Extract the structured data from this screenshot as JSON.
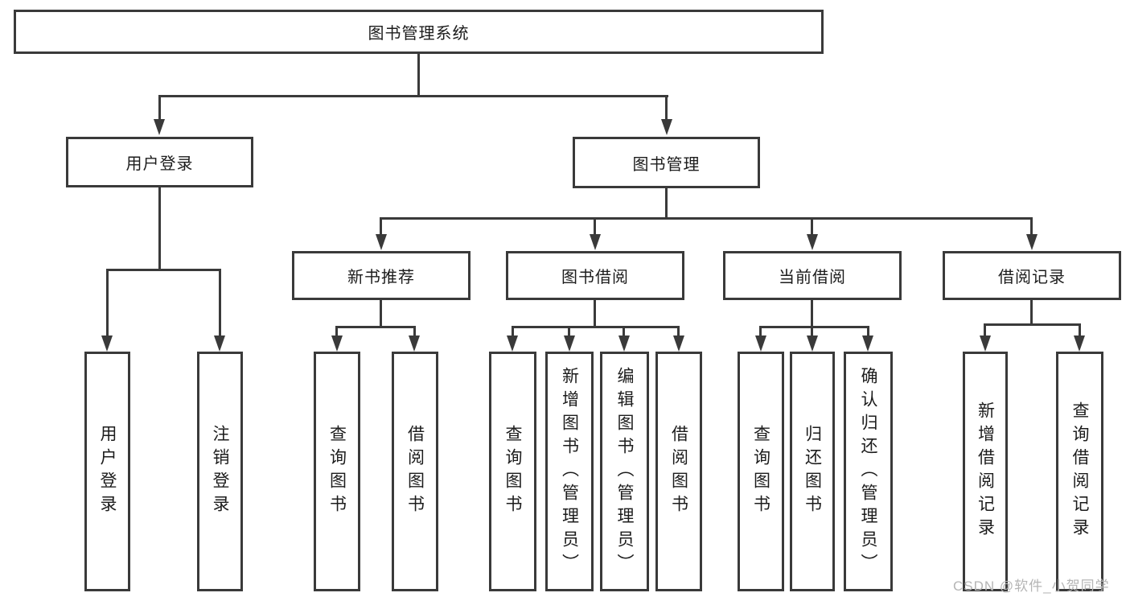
{
  "tree": {
    "root": {
      "label": "图书管理系统",
      "children": [
        {
          "label": "用户登录",
          "children": [
            {
              "label": "用户登录"
            },
            {
              "label": "注销登录"
            }
          ]
        },
        {
          "label": "图书管理",
          "children": [
            {
              "label": "新书推荐",
              "children": [
                {
                  "label": "查询图书"
                },
                {
                  "label": "借阅图书"
                }
              ]
            },
            {
              "label": "图书借阅",
              "children": [
                {
                  "label": "查询图书"
                },
                {
                  "label": "新增图书（管理员）"
                },
                {
                  "label": "编辑图书（管理员）"
                },
                {
                  "label": "借阅图书"
                }
              ]
            },
            {
              "label": "当前借阅",
              "children": [
                {
                  "label": "查询图书"
                },
                {
                  "label": "归还图书"
                },
                {
                  "label": "确认归还（管理员）"
                }
              ]
            },
            {
              "label": "借阅记录",
              "children": [
                {
                  "label": "新增借阅记录"
                },
                {
                  "label": "查询借阅记录"
                }
              ]
            }
          ]
        }
      ]
    }
  },
  "watermark": "CSDN @软件_小贺同学",
  "colors": {
    "line": "#3a3a3a",
    "text": "#1c1c1c",
    "watermark": "#b5b5b5",
    "background": "#ffffff"
  }
}
